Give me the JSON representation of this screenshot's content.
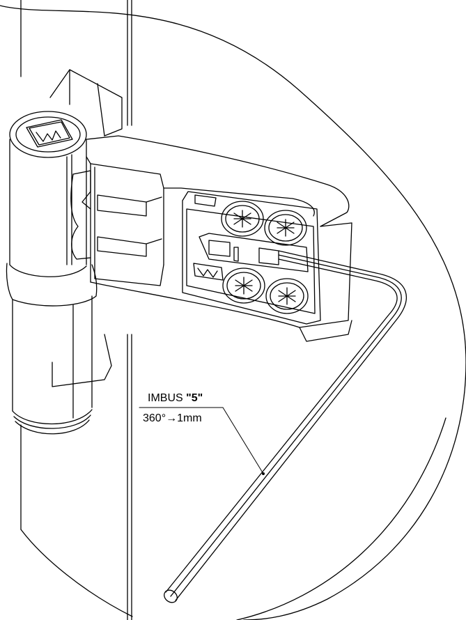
{
  "callout": {
    "tool": "IMBUS",
    "size": "\"5\"",
    "adjustment": "360°→1mm"
  }
}
